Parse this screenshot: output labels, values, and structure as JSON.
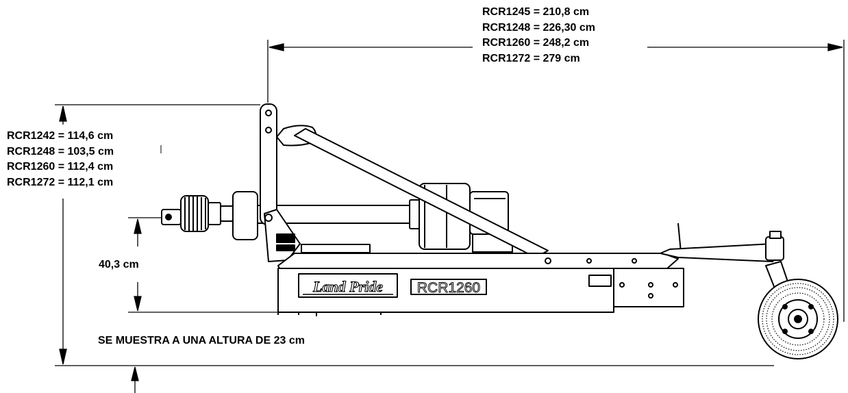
{
  "dimensions": {
    "overall_length": [
      "RCR1245 = 210,8 cm",
      "RCR1248 = 226,30 cm",
      "RCR1260 = 248,2 cm",
      "RCR1272 = 279 cm"
    ],
    "overall_height": [
      "RCR1242 = 114,6 cm",
      "RCR1248 = 103,5 cm",
      "RCR1260 = 112,4 cm",
      "RCR1272 = 112,1 cm"
    ],
    "pto_height": "40,3 cm",
    "note": "SE MUESTRA A UNA ALTURA DE 23 cm"
  },
  "machine": {
    "brand_logo": "Land Pride",
    "model_decal": "RCR1260"
  },
  "colors": {
    "line": "#000000",
    "background": "#ffffff"
  }
}
